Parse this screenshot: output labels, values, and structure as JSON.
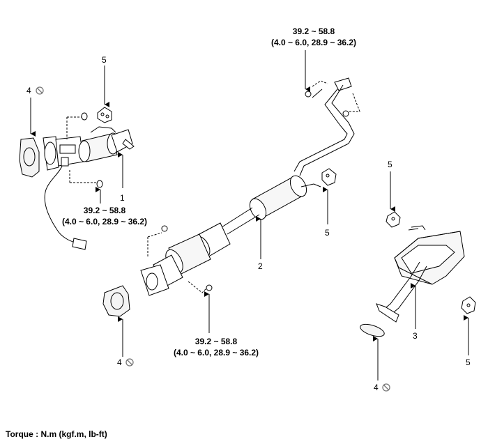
{
  "callouts": {
    "part1": "1",
    "part2": "2",
    "part3": "3",
    "part4": "4",
    "part5": "5"
  },
  "torque": {
    "value_nm": "39.2 ~ 58.8",
    "value_alt": "(4.0 ~ 6.0, 28.9 ~ 36.2)"
  },
  "footer": {
    "note": "Torque : N.m (kgf.m, lb-ft)"
  },
  "icons": {
    "do_not_reuse": "no-reuse-icon"
  }
}
